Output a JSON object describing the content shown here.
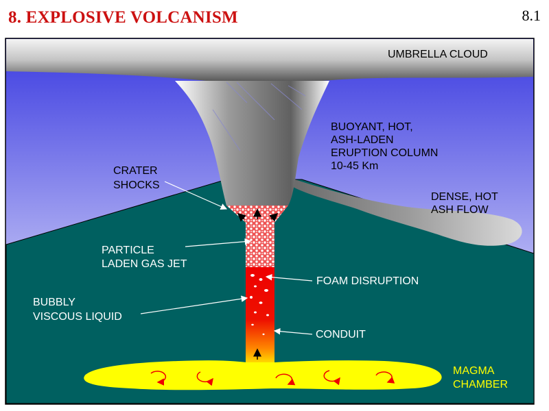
{
  "header": {
    "title": "8. EXPLOSIVE VOLCANISM",
    "page_number": "8.1"
  },
  "labels": {
    "umbrella_cloud": "UMBRELLA CLOUD",
    "eruption_column": [
      "BUOYANT, HOT,",
      "ASH-LADEN",
      "ERUPTION COLUMN",
      "10-45 Km"
    ],
    "crater_shocks": [
      "CRATER",
      "SHOCKS"
    ],
    "dense_ash_flow": [
      "DENSE, HOT",
      "ASH FLOW"
    ],
    "particle_jet": [
      "PARTICLE",
      "LADEN GAS JET"
    ],
    "foam_disruption": "FOAM DISRUPTION",
    "bubbly_liquid": [
      "BUBBLY",
      "VISCOUS LIQUID"
    ],
    "conduit": "CONDUIT",
    "magma_chamber": [
      "MAGMA",
      "CHAMBER"
    ]
  },
  "colors": {
    "title": "#cc1111",
    "sky_top": "#3a3ae0",
    "sky_bottom": "#ffffff",
    "ground": "#006060",
    "magma": "#ffff00",
    "conduit_red": "#ee0000",
    "conduit_orange": "#ffcc00"
  }
}
